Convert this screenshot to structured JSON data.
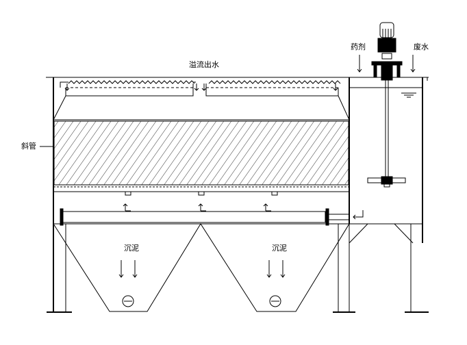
{
  "labels": {
    "overflow_outlet": "溢流出水",
    "reagent": "药剂",
    "wastewater": "废水",
    "inclined_tubes": "斜管",
    "sludge_left": "沉泥",
    "sludge_right": "沉泥"
  },
  "colors": {
    "line": "#000000",
    "background": "#ffffff"
  }
}
